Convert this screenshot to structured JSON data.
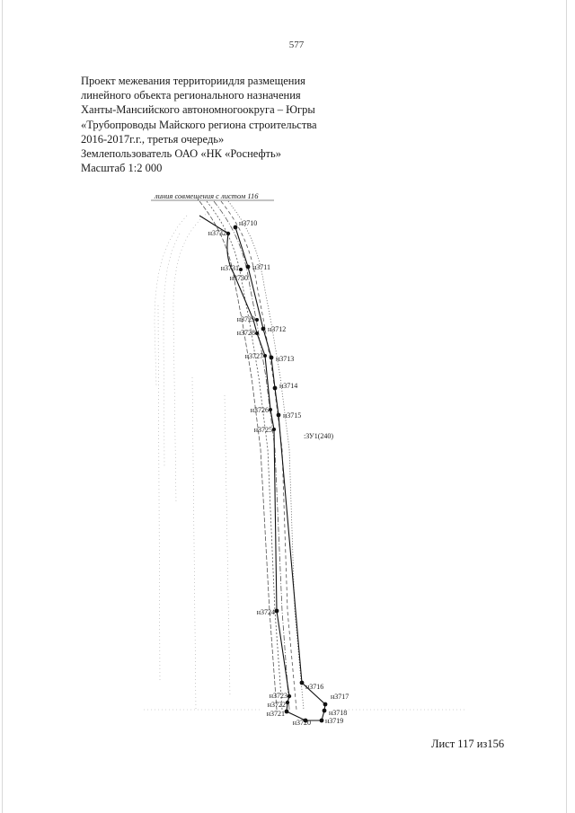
{
  "page": {
    "number": "577",
    "sheet": "Лист 117 из156"
  },
  "title": {
    "lines": [
      "Проект межевания территориидля размещения",
      "линейного объекта регионального назначения",
      "Ханты-Мансийского автономногоокруга – Югры",
      "«Трубопроводы Майского региона строительства",
      "2016-2017г.г., третья очередь»",
      "Землепользователь ОАО «НК «Роснефть»",
      "Масштаб 1:2 000"
    ]
  },
  "map": {
    "match_line": "линия совмещения с листом 116",
    "parcel_label": ":ЗУ1(240)",
    "points_right": [
      {
        "label": "н3710",
        "anchor": "start"
      },
      {
        "label": "н3711",
        "anchor": "start"
      },
      {
        "label": "н3712",
        "anchor": "start"
      },
      {
        "label": "н3713",
        "anchor": "start"
      },
      {
        "label": "н3714",
        "anchor": "start"
      },
      {
        "label": "н3715",
        "anchor": "start"
      },
      {
        "label": "н3716",
        "anchor": "start"
      },
      {
        "label": "н3717",
        "anchor": "start"
      },
      {
        "label": "н3718",
        "anchor": "start"
      },
      {
        "label": "н3719",
        "anchor": "start"
      }
    ],
    "points_left": [
      {
        "label": "н3732",
        "anchor": "end"
      },
      {
        "label": "н3731",
        "anchor": "end"
      },
      {
        "label": "н3730",
        "anchor": "end"
      },
      {
        "label": "н3729",
        "anchor": "end"
      },
      {
        "label": "н3728",
        "anchor": "end"
      },
      {
        "label": "н3727",
        "anchor": "end"
      },
      {
        "label": "н3726",
        "anchor": "end"
      },
      {
        "label": "н3725",
        "anchor": "end"
      },
      {
        "label": "н3724",
        "anchor": "end"
      },
      {
        "label": "н3723",
        "anchor": "end"
      },
      {
        "label": "н3722",
        "anchor": "end"
      },
      {
        "label": "н3721",
        "anchor": "end"
      },
      {
        "label": "н3720",
        "anchor": "end"
      }
    ],
    "colors": {
      "boundary": "#111111",
      "corridor": "#555555",
      "faint": "#9a9a9a"
    }
  }
}
